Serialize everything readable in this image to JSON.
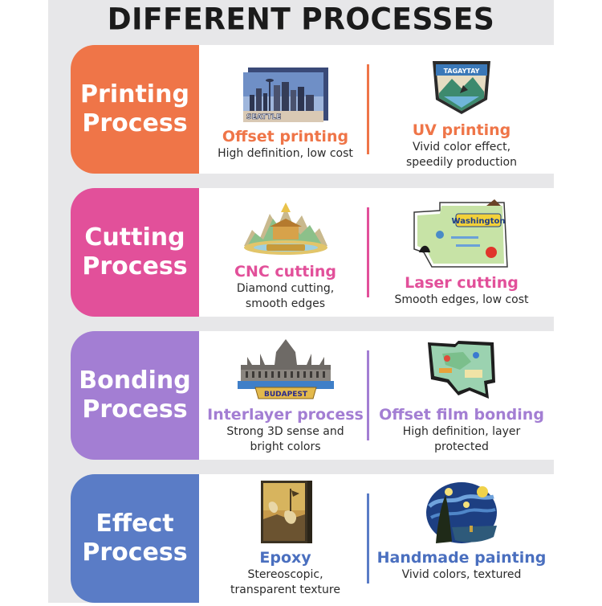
{
  "title": "DIFFERENT PROCESSES",
  "colors": {
    "printing": "#ef7548",
    "cutting": "#e2509a",
    "bonding": "#a37ed3",
    "effect": "#5a7cc6"
  },
  "rows": [
    {
      "tab": {
        "line1": "Printing",
        "line2": "Process"
      },
      "left": {
        "icon": "seattle-magnet-image",
        "sign": "SEATTLE",
        "name": "Offset printing",
        "desc1": "High definition, low cost",
        "desc2": ""
      },
      "right": {
        "icon": "tagaytay-magnet-image",
        "sign": "TAGAYTAY",
        "name": "UV printing",
        "desc1": "Vivid color effect,",
        "desc2": "speedily production"
      }
    },
    {
      "tab": {
        "line1": "Cutting",
        "line2": "Process"
      },
      "left": {
        "icon": "temple-magnet-image",
        "name": "CNC cutting",
        "desc1": "Diamond cutting,",
        "desc2": "smooth edges"
      },
      "right": {
        "icon": "washington-map-magnet-image",
        "sign": "Washington",
        "name": "Laser cutting",
        "desc1": "Smooth edges, low cost",
        "desc2": ""
      }
    },
    {
      "tab": {
        "line1": "Bonding",
        "line2": "Process"
      },
      "left": {
        "icon": "budapest-magnet-image",
        "sign": "BUDAPEST",
        "name": "Interlayer process",
        "desc1": "Strong 3D sense and",
        "desc2": "bright colors"
      },
      "right": {
        "icon": "state-map-magnet-image",
        "name": "Offset film bonding",
        "desc1": "High definition, layer",
        "desc2": "protected"
      }
    },
    {
      "tab": {
        "line1": "Effect",
        "line2": "Process"
      },
      "left": {
        "icon": "painting-magnet-image",
        "name": "Epoxy",
        "desc1": "Stereoscopic,",
        "desc2": "transparent texture"
      },
      "right": {
        "icon": "starry-night-magnet-image",
        "name": "Handmade painting",
        "desc1": "Vivid colors, textured",
        "desc2": ""
      }
    }
  ]
}
